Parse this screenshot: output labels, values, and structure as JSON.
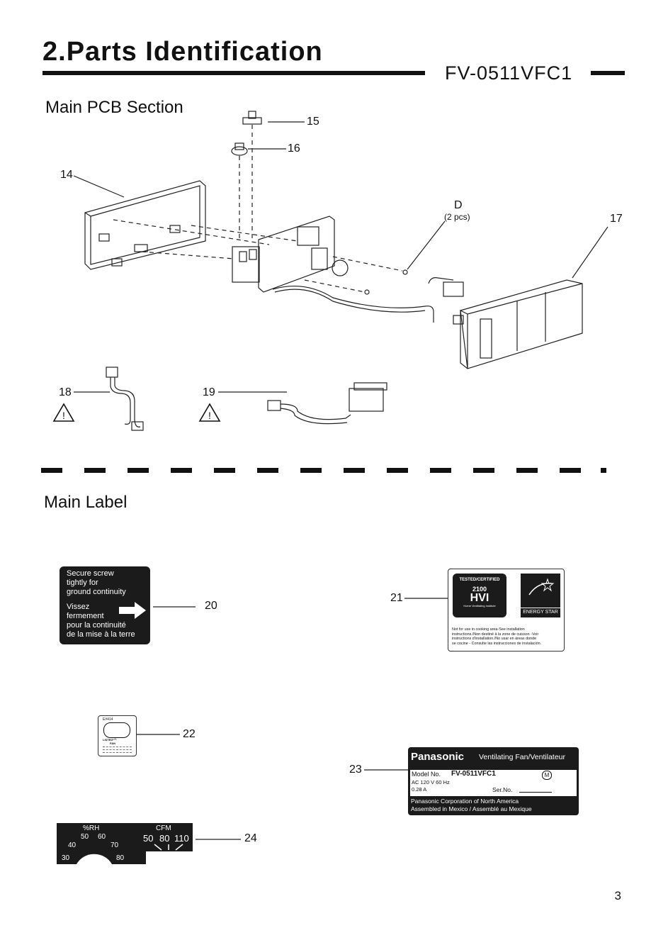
{
  "header": {
    "title": "2.Parts Identification",
    "model": "FV-0511VFC1"
  },
  "sections": {
    "pcb": "Main PCB Section",
    "label": "Main Label"
  },
  "callouts": {
    "c14": "14",
    "c15": "15",
    "c16": "16",
    "c17": "17",
    "d": "D",
    "d_qty": "(2 pcs)",
    "c18": "18",
    "c19": "19",
    "c20": "20",
    "c21": "21",
    "c22": "22",
    "c23": "23",
    "c24": "24"
  },
  "label20": {
    "en1": "Secure screw",
    "en2": "tightly for",
    "en3": "ground continuity",
    "fr1": "Vissez",
    "fr2": "fermement",
    "fr3": "pour la continuité",
    "fr4": "de la mise à la terre"
  },
  "label21": {
    "tested": "TESTED/CERTIFIED",
    "hvi_num": "2100",
    "hvi": "HVI",
    "hvi_sub": "Home Ventilating Institute",
    "energy_star": "ENERGY STAR",
    "warn1": "Not for use in cooking area-See installation",
    "warn2": "instructions./Non destiné à la zone de cuisson -Voir",
    "warn3": "instructions d'installation./No usar en áreas donde",
    "warn4": "se cocine - Consulte las instrucciones de instalación."
  },
  "label22": {
    "code": "E#414",
    "listed": "LISTED",
    "fan": "FAN",
    "us": "US"
  },
  "label23": {
    "brand": "Panasonic",
    "product": "Ventilating Fan/Ventilateur",
    "model_label": "Model No.",
    "model": "FV-0511VFC1",
    "m": "M",
    "rating": "AC 120 V  60 Hz",
    "amps": "0.28 A",
    "serial": "Ser.No.",
    "corp": "Panasonic Corporation of North America",
    "assembled": "Assembled in Mexico / Assemblé au Mexique"
  },
  "label24": {
    "rh": "%RH",
    "cfm": "CFM",
    "rh_vals": [
      "30",
      "40",
      "50",
      "60",
      "70",
      "80"
    ],
    "cfm_vals": [
      "50",
      "80",
      "110"
    ]
  },
  "page_number": "3"
}
